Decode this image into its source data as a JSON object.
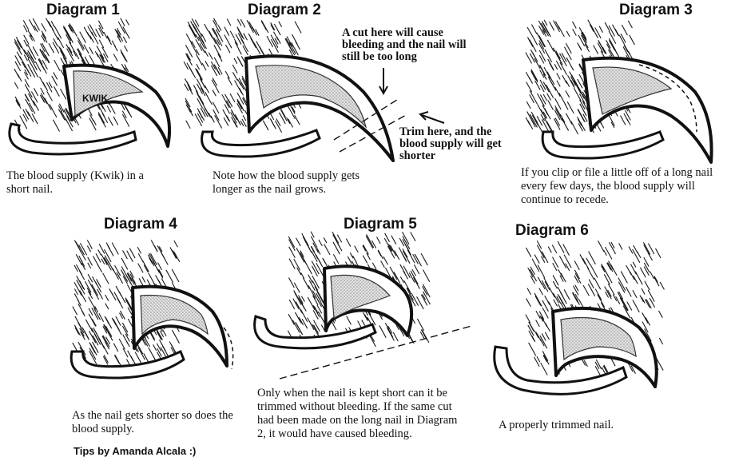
{
  "diagrams": [
    {
      "title": "Diagram 1",
      "caption": "The blood supply (Kwik) in a short nail.",
      "label": "KWIK"
    },
    {
      "title": "Diagram 2",
      "caption": "Note how the blood supply gets longer as the nail grows.",
      "callout_top": "A cut here will cause bleeding and the nail will still be too long",
      "callout_bottom": "Trim here, and the blood supply will get shorter"
    },
    {
      "title": "Diagram 3",
      "caption": "If you clip or file a little off of a long nail every few days, the blood supply will continue to recede."
    },
    {
      "title": "Diagram 4",
      "caption": "As the nail gets shorter so does the blood supply."
    },
    {
      "title": "Diagram 5",
      "caption": "Only when the nail is kept short can it be trimmed without bleeding. If the same cut had been made on the long nail in Diagram 2, it would have caused bleeding."
    },
    {
      "title": "Diagram 6",
      "caption": "A properly trimmed nail."
    }
  ],
  "credit": "Tips by Amanda Alcala :)"
}
